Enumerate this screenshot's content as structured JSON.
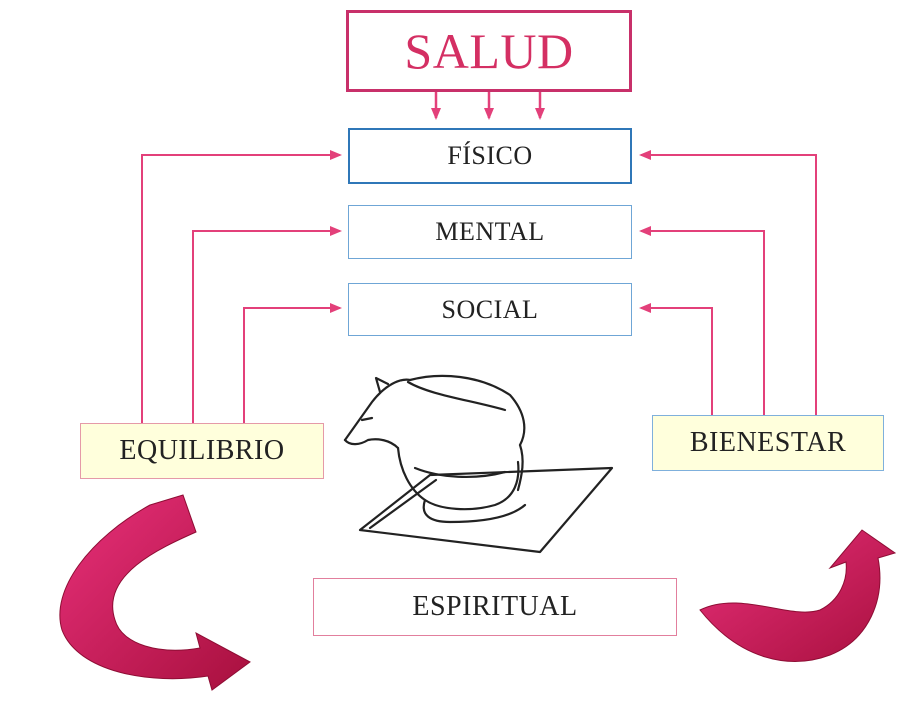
{
  "diagram": {
    "title": "SALUD",
    "dimensions": [
      "FÍSICO",
      "MENTAL",
      "SOCIAL"
    ],
    "left_concept": "EQUILIBRIO",
    "right_concept": "BIENESTAR",
    "bottom_concept": "ESPIRITUAL",
    "colors": {
      "title": "#d42f63",
      "title_border": "#c8306a",
      "connector": "#e3407a",
      "curved_arrow": "#d51d5e",
      "fisico_border": "#2f77b8",
      "box_border_blue": "#6fa6d6",
      "concept_fill": "#ffffdc"
    },
    "icons": [
      "chess-knight-icon"
    ]
  }
}
